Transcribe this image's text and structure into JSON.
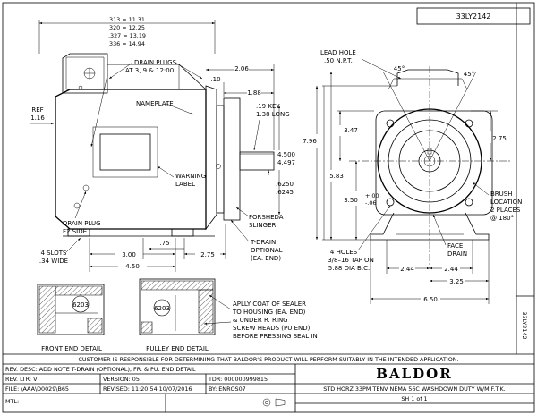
{
  "title_block": {
    "drawing_number": "33LY2142",
    "side_number": "33LY2142",
    "customer_note": "CUSTOMER IS RESPONSIBLE FOR DETERMINING THAT BALDOR'S PRODUCT WILL PERFORM SUITABLY IN THE INTENDED APPLICATION.",
    "rev_desc": "REV. DESC: ADD NOTE T-DRAIN (OPTIONAL), FR. & PU. END DETAIL",
    "rev_ltr": "REV. LTR: V",
    "version": "VERSION: 05",
    "tdr": "TDR: 000000999815",
    "file": "FILE: \\AAA\\D0029\\B65",
    "revised": "REVISED: 11:20:54 10/07/2016",
    "by": "BY: ENROS07",
    "mtl": "MTL: –",
    "brand": "BALDOR",
    "description": "STD HORZ 33PM TENV NEMA 56C WASHDOWN DUTY W/M.F.T.K.",
    "sheet": "SH 1 of 1"
  },
  "side_view": {
    "overall_dims": [
      "313 = 11.31",
      "320 = 12.25",
      ".327 = 13.19",
      "336 = 14.94"
    ],
    "drain_plugs": [
      "DRAIN PLUGS",
      "AT 3, 9 & 12:00"
    ],
    "nameplate": "NAMEPLATE",
    "ref": [
      "REF",
      "1.16"
    ],
    "dim_206": "2.06",
    "dim_10": ".10",
    "dim_188": "1.88",
    "key": [
      ".19 KEY",
      "1.38 LONG"
    ],
    "shaft_dia": [
      "4.500",
      "4.497"
    ],
    "shaft_dia2": [
      ".6250",
      ".6245"
    ],
    "warning": [
      "WARNING",
      "LABEL"
    ],
    "drain_plug_f2": [
      "DRAIN PLUG",
      "F2 SIDE"
    ],
    "forsheda": [
      "FORSHEDA",
      "SLINGER"
    ],
    "t_drain": [
      "T-DRAIN",
      "OPTIONAL",
      "(EA. END)"
    ],
    "slots": [
      "4 SLOTS",
      ".34 WIDE"
    ],
    "dim_75": ".75",
    "dim_300": "3.00",
    "dim_275": "2.75",
    "dim_450": "4.50"
  },
  "end_view": {
    "lead_hole": [
      "LEAD HOLE",
      ".50 N.P.T."
    ],
    "angle_a": "45°",
    "angle_b": "45°",
    "dim_796": "7.96",
    "dim_347": "3.47",
    "dim_583": "5.83",
    "dim_275": "2.75",
    "dim_350": "3.50",
    "dim_350_tol": [
      "+.00",
      "-.06"
    ],
    "brush": [
      "BRUSH",
      "LOCATION",
      "2 PLACES",
      "@ 180°"
    ],
    "holes": [
      "4 HOLES",
      "3/8–16 TAP ON",
      "5.88 DIA B.C."
    ],
    "face_drain": [
      "FACE",
      "DRAIN"
    ],
    "dim_244a": "2.44",
    "dim_244b": "2.44",
    "dim_325": "3.25",
    "dim_650": "6.50"
  },
  "details": {
    "bearing_front": "6203",
    "bearing_pulley": "6203",
    "front_label": "FRONT END DETAIL",
    "pulley_label": "PULLEY END DETAIL",
    "sealer_note": [
      "APLLY COAT OF SEALER",
      "TO HOUSING (EA. END)",
      "& UNDER R. RING",
      "SCREW HEADS (PU END)",
      "BEFORE PRESSING SEAL IN"
    ]
  }
}
